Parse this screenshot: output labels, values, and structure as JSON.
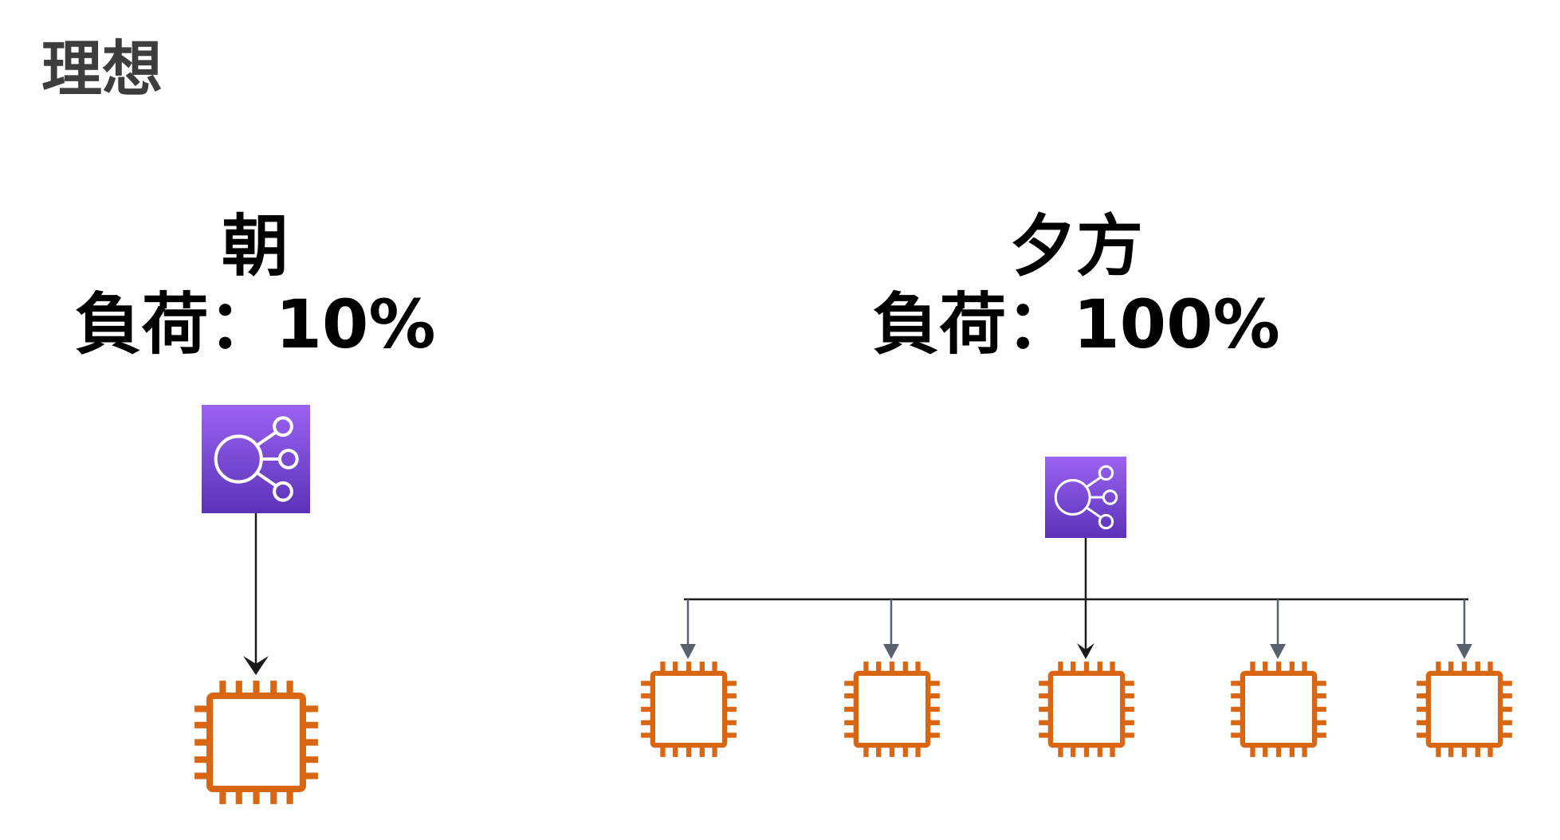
{
  "title": "理想",
  "colors": {
    "title_text": "#3d3d3d",
    "heading_text": "#000000",
    "lb_gradient_top": "#9a63f0",
    "lb_gradient_bottom": "#5b32b8",
    "ec2_orange": "#d86613",
    "connector_dark": "#1a1a1a",
    "connector_gray": "#5a6270"
  },
  "icons": {
    "load_balancer": "elastic-load-balancer-icon",
    "instance": "ec2-instance-chip-icon"
  },
  "scenarios": {
    "morning": {
      "label": "朝",
      "load_text": "負荷：10%",
      "instance_count": 1
    },
    "evening": {
      "label": "夕方",
      "load_text": "負荷：100%",
      "instance_count": 5
    }
  }
}
